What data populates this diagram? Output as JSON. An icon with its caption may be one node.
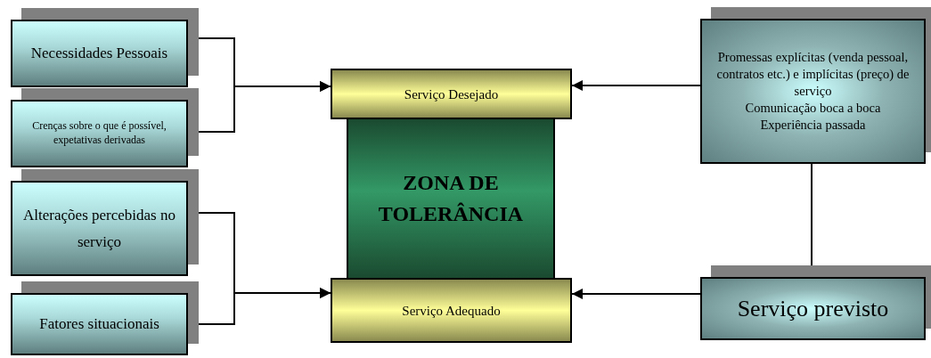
{
  "diagram": {
    "nodes": [
      {
        "text": [
          "Necessidades Pessoais"
        ]
      },
      {
        "text": [
          "Crenças sobre o que é possível, expetativas derivadas"
        ]
      },
      {
        "text": [
          "Alterações percebidas no serviço"
        ]
      },
      {
        "text": [
          "Fatores situacionais"
        ]
      },
      {
        "text": [
          "Serviço Desejado"
        ]
      },
      {
        "text": [
          "ZONA DE TOLERÂNCIA"
        ]
      },
      {
        "text": [
          "Serviço Adequado"
        ]
      },
      {
        "text": [
          "Promessas explícitas (venda pessoal, contratos etc.)  e implícitas (preço) de serviço",
          "Comunicação boca a boca",
          "Experiência passada"
        ]
      },
      {
        "text": [
          "Serviço previsto"
        ]
      }
    ],
    "edges": [
      {
        "from": 0,
        "to": 4,
        "arrow": "to"
      },
      {
        "from": 1,
        "to": 4,
        "arrow": "to"
      },
      {
        "from": 2,
        "to": 6,
        "arrow": "to"
      },
      {
        "from": 3,
        "to": 6,
        "arrow": "to"
      },
      {
        "from": 7,
        "to": 4,
        "arrow": "to"
      },
      {
        "from": 8,
        "to": 6,
        "arrow": "to"
      },
      {
        "from": 7,
        "to": 8,
        "arrow": "none"
      }
    ]
  }
}
